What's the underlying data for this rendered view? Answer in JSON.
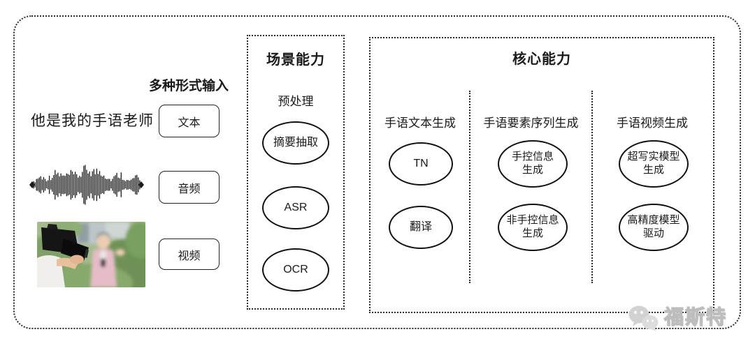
{
  "colors": {
    "line": "#1a1a1a",
    "watermark_gray": "#c8c8c8"
  },
  "input": {
    "title": "多种形式输入",
    "text_sample": "他是我的手语老师",
    "types": [
      {
        "label": "文本"
      },
      {
        "label": "音频"
      },
      {
        "label": "视频"
      }
    ],
    "icons": [
      "audio-waveform",
      "video-thumbnail"
    ]
  },
  "scene": {
    "title": "场景能力",
    "subtitle": "预处理",
    "nodes": [
      "摘要抽取",
      "ASR",
      "OCR"
    ]
  },
  "core": {
    "title": "核心能力",
    "columns": [
      {
        "title": "手语文本生成",
        "nodes": [
          "TN",
          "翻译"
        ]
      },
      {
        "title": "手语要素序列生成",
        "nodes": [
          "手控信息\n生成",
          "非手控信息\n生成"
        ]
      },
      {
        "title": "手语视频生成",
        "nodes": [
          "超写实模型\n生成",
          "高精度模型\n驱动"
        ]
      }
    ]
  },
  "watermark": {
    "text": "福斯特",
    "icon": "wechat-icon"
  }
}
